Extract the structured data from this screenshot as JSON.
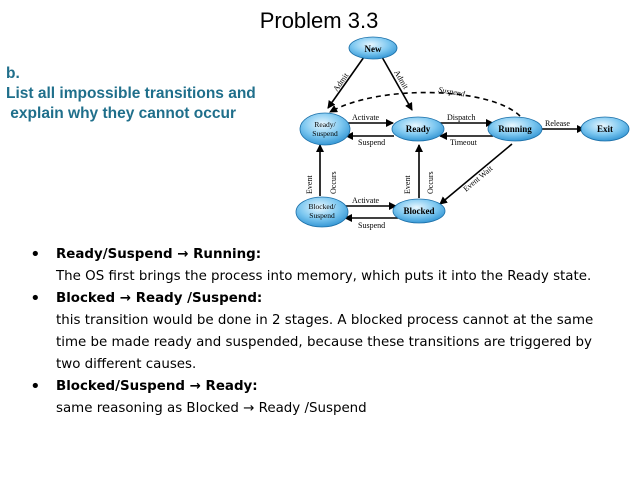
{
  "title": "Problem 3.3",
  "question": {
    "line1": "b.",
    "line2": "List all impossible transitions and",
    "line3": " explain why they cannot occur"
  },
  "diagram": {
    "states": {
      "new": "New",
      "ready_suspend_1": "Ready/",
      "ready_suspend_2": "Suspend",
      "ready": "Ready",
      "running": "Running",
      "exit": "Exit",
      "blocked_suspend_1": "Blocked/",
      "blocked_suspend_2": "Suspend",
      "blocked": "Blocked"
    },
    "transitions": {
      "admit_1": "Admit",
      "admit_2": "Admit",
      "suspend_top": "Suspend",
      "activate_top": "Activate",
      "suspend_mid": "Suspend",
      "dispatch": "Dispatch",
      "timeout": "Timeout",
      "release": "Release",
      "event_occurs_1a": "Event",
      "event_occurs_1b": "Occurs",
      "event_occurs_2a": "Event",
      "event_occurs_2b": "Occurs",
      "event_wait": "Event Wait",
      "activate_bottom": "Activate",
      "suspend_bottom": "Suspend"
    }
  },
  "bullets": [
    {
      "head": "Ready/Suspend → Running:",
      "body": "The OS first brings the process into memory, which puts it into the Ready state."
    },
    {
      "head": "Blocked → Ready /Suspend:",
      "body": "this transition would be done in 2 stages. A blocked process cannot at the same time be made ready and suspended, because these transitions are triggered by two different causes."
    },
    {
      "head": "Blocked/Suspend → Ready:",
      "body": "same reasoning as Blocked → Ready /Suspend"
    }
  ],
  "colors": {
    "question_text": "#1f6f8b",
    "state_fill": "#3aa3e0",
    "state_fill_light": "#bfe6fb"
  }
}
